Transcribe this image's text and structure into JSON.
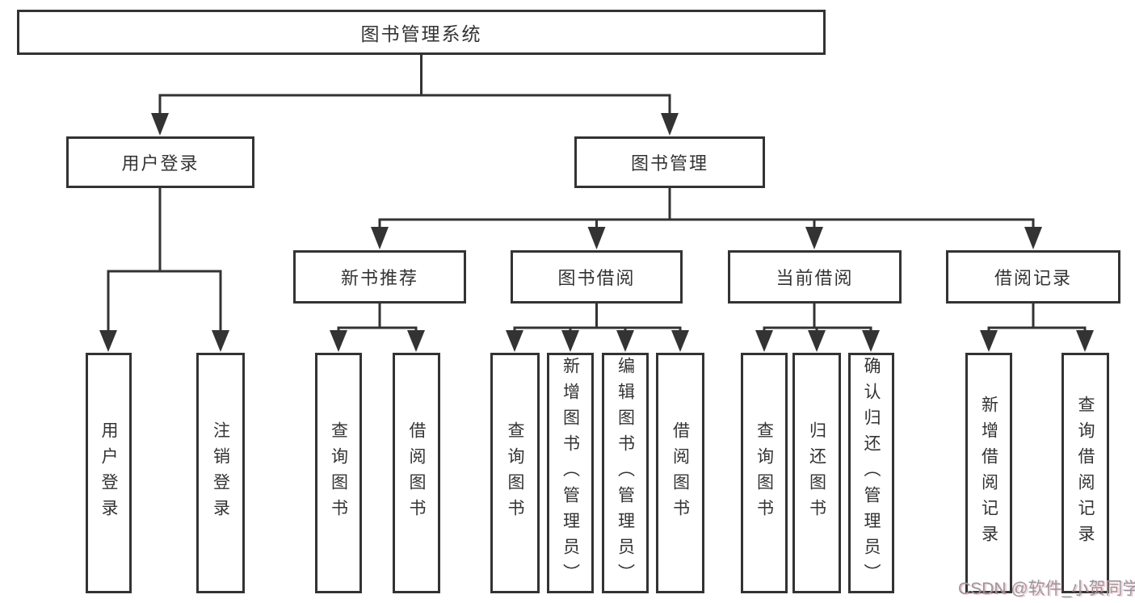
{
  "tree": {
    "label": "图书管理系统",
    "children": [
      {
        "label": "用户登录",
        "children": [
          {
            "label": "用户登录"
          },
          {
            "label": "注销登录"
          }
        ]
      },
      {
        "label": "图书管理",
        "children": [
          {
            "label": "新书推荐",
            "children": [
              {
                "label": "查询图书"
              },
              {
                "label": "借阅图书"
              }
            ]
          },
          {
            "label": "图书借阅",
            "children": [
              {
                "label": "查询图书"
              },
              {
                "label": "新增图书（管理员）"
              },
              {
                "label": "编辑图书（管理员）"
              },
              {
                "label": "借阅图书"
              }
            ]
          },
          {
            "label": "当前借阅",
            "children": [
              {
                "label": "查询图书"
              },
              {
                "label": "归还图书"
              },
              {
                "label": "确认归还（管理员）"
              }
            ]
          },
          {
            "label": "借阅记录",
            "children": [
              {
                "label": "新增借阅记录"
              },
              {
                "label": "查询借阅记录"
              }
            ]
          }
        ]
      }
    ]
  },
  "watermark": "CSDN @软件_小贺同学",
  "colors": {
    "line": "#333333",
    "box_background": "#ffffff",
    "text": "#333333",
    "watermark": "#98979f"
  }
}
